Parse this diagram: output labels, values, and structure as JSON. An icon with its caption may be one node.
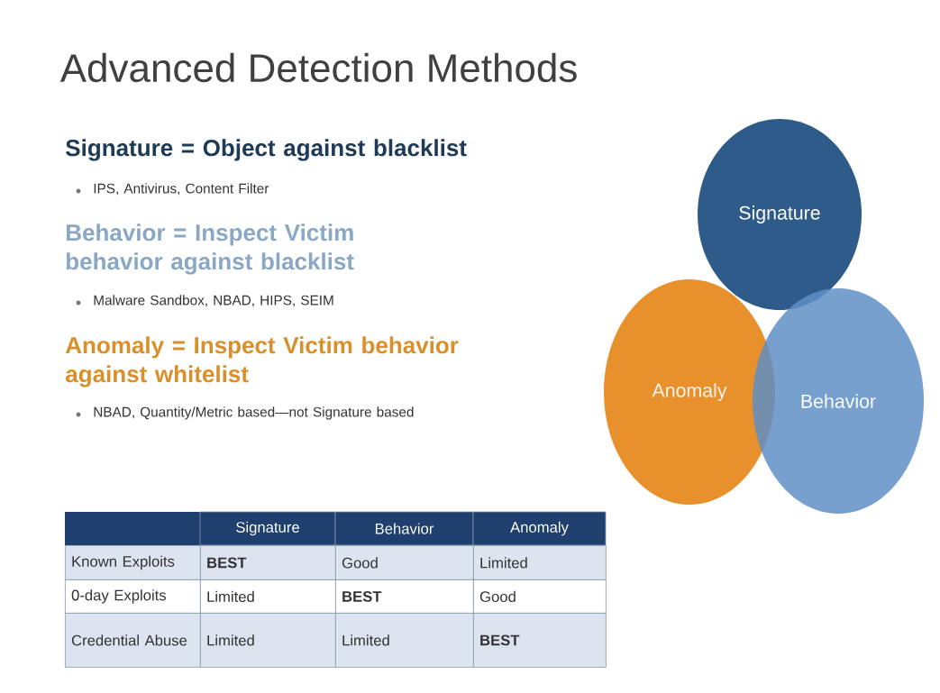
{
  "diagram": {
    "title": "Advanced Detection Methods",
    "nodes": [
      {
        "text": [
          "Signature"
        ]
      },
      {
        "text": [
          "Anomaly"
        ]
      },
      {
        "text": [
          "Behavior"
        ]
      }
    ],
    "edges": [],
    "labels": [
      "Signature = Object against blacklist",
      "IPS, Antivirus, Content Filter",
      "Behavior = Inspect Victim behavior against blacklist",
      "Malware Sandbox, NBAD, HIPS, SEIM",
      "Anomaly = Inspect Victim behavior against whitelist",
      "NBAD, Quantity/Metric based—not Signature based",
      "Signature",
      "Behavior",
      "Anomaly",
      "Known Exploits",
      "BEST",
      "Good",
      "Limited",
      "0-day Exploits",
      "Limited",
      "BEST",
      "Good",
      "Credential Abuse",
      "Limited",
      "Limited",
      "BEST"
    ]
  }
}
